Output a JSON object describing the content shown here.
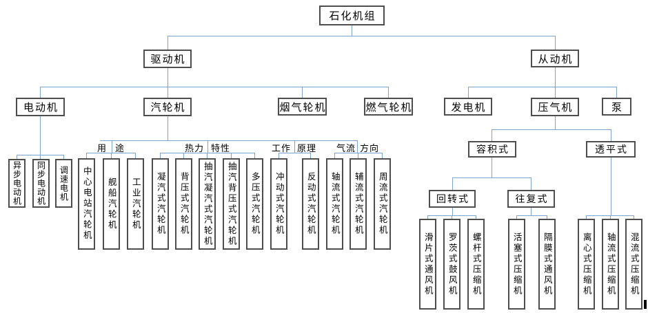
{
  "diagram_title": "石化机组",
  "nodes": {
    "root": "石化机组",
    "driver": "驱动机",
    "driven": "从动机",
    "motor": "电动机",
    "steam_turbine": "汽轮机",
    "flue_gas_turbine": "烟气轮机",
    "gas_turbine": "燃气轮机",
    "generator": "发电机",
    "compressor": "压气机",
    "pump": "泵",
    "volumetric": "容积式",
    "turbo": "透平式",
    "rotary": "回转式",
    "reciprocating": "往复式"
  },
  "motor_types": [
    "异步电动机",
    "同步电动机",
    "调速电机"
  ],
  "turbine_groups": [
    {
      "label_left": "用",
      "label_right": "途",
      "children": [
        "中心电站汽轮机",
        "舰船汽轮机",
        "工业汽轮机"
      ]
    },
    {
      "label_left": "热力",
      "label_right": "特性",
      "children": [
        "凝汽式汽轮机",
        "背压式汽轮机",
        "抽汽凝汽式汽轮机",
        "抽汽背压式汽轮机",
        "多压式汽轮机"
      ]
    },
    {
      "label_left": "工作",
      "label_right": "原理",
      "children": [
        "冲动式汽轮机",
        "反动式汽轮机"
      ]
    },
    {
      "label_left": "气流",
      "label_right": "方向",
      "children": [
        "轴流式汽轮机",
        "辅流式汽轮机",
        "周流式汽轮机"
      ]
    }
  ],
  "rotary_children": [
    "滑片式通风机",
    "罗茨式鼓风机",
    "螺杆式压缩机"
  ],
  "reciprocating_children": [
    "活塞式压缩机",
    "隔膜式通风机"
  ],
  "turbo_children": [
    "离心式压缩机",
    "轴流式压缩机",
    "混流式压缩机"
  ],
  "colors": {
    "connector": "#7da3d0",
    "box_border": "#4d4d4d",
    "text": "#000000",
    "background": "#ffffff"
  }
}
